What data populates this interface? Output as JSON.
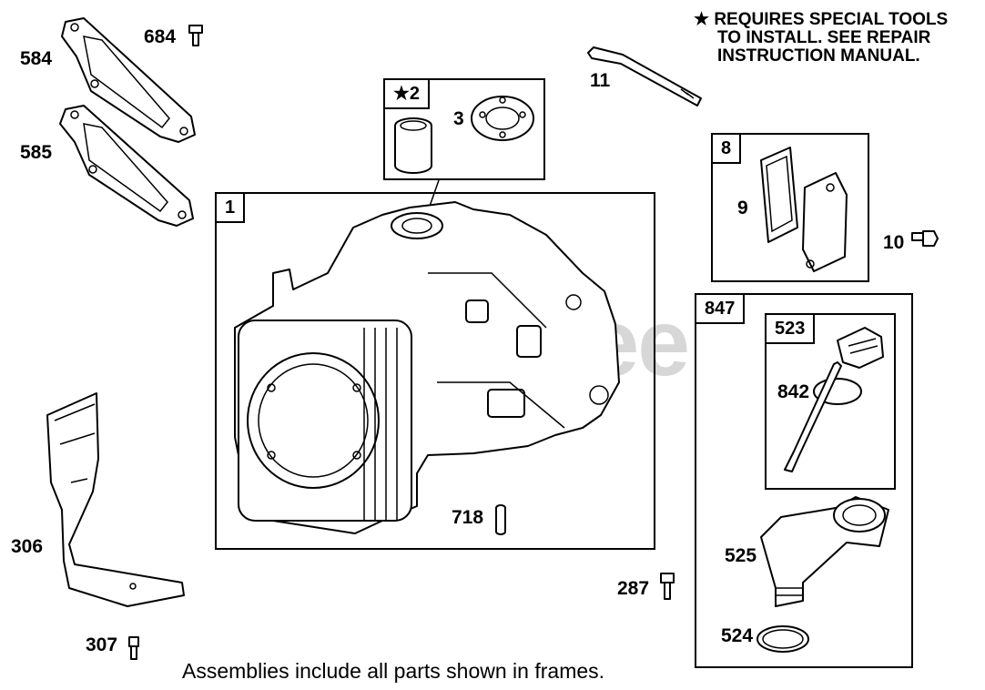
{
  "note": {
    "star": "★",
    "lines": [
      "REQUIRES SPECIAL TOOLS",
      "TO INSTALL.  SEE REPAIR",
      "INSTRUCTION MANUAL."
    ]
  },
  "watermark": "PartsTree",
  "frames": {
    "f1": "1",
    "f2": "★2",
    "f8": "8",
    "f847": "847",
    "f523": "523"
  },
  "parts": {
    "p584": "584",
    "p585": "585",
    "p684": "684",
    "p11": "11",
    "p3": "3",
    "p9": "9",
    "p10": "10",
    "p842": "842",
    "p718": "718",
    "p306": "306",
    "p307": "307",
    "p287": "287",
    "p525": "525",
    "p524": "524"
  },
  "caption": "Assemblies include all parts shown in frames."
}
